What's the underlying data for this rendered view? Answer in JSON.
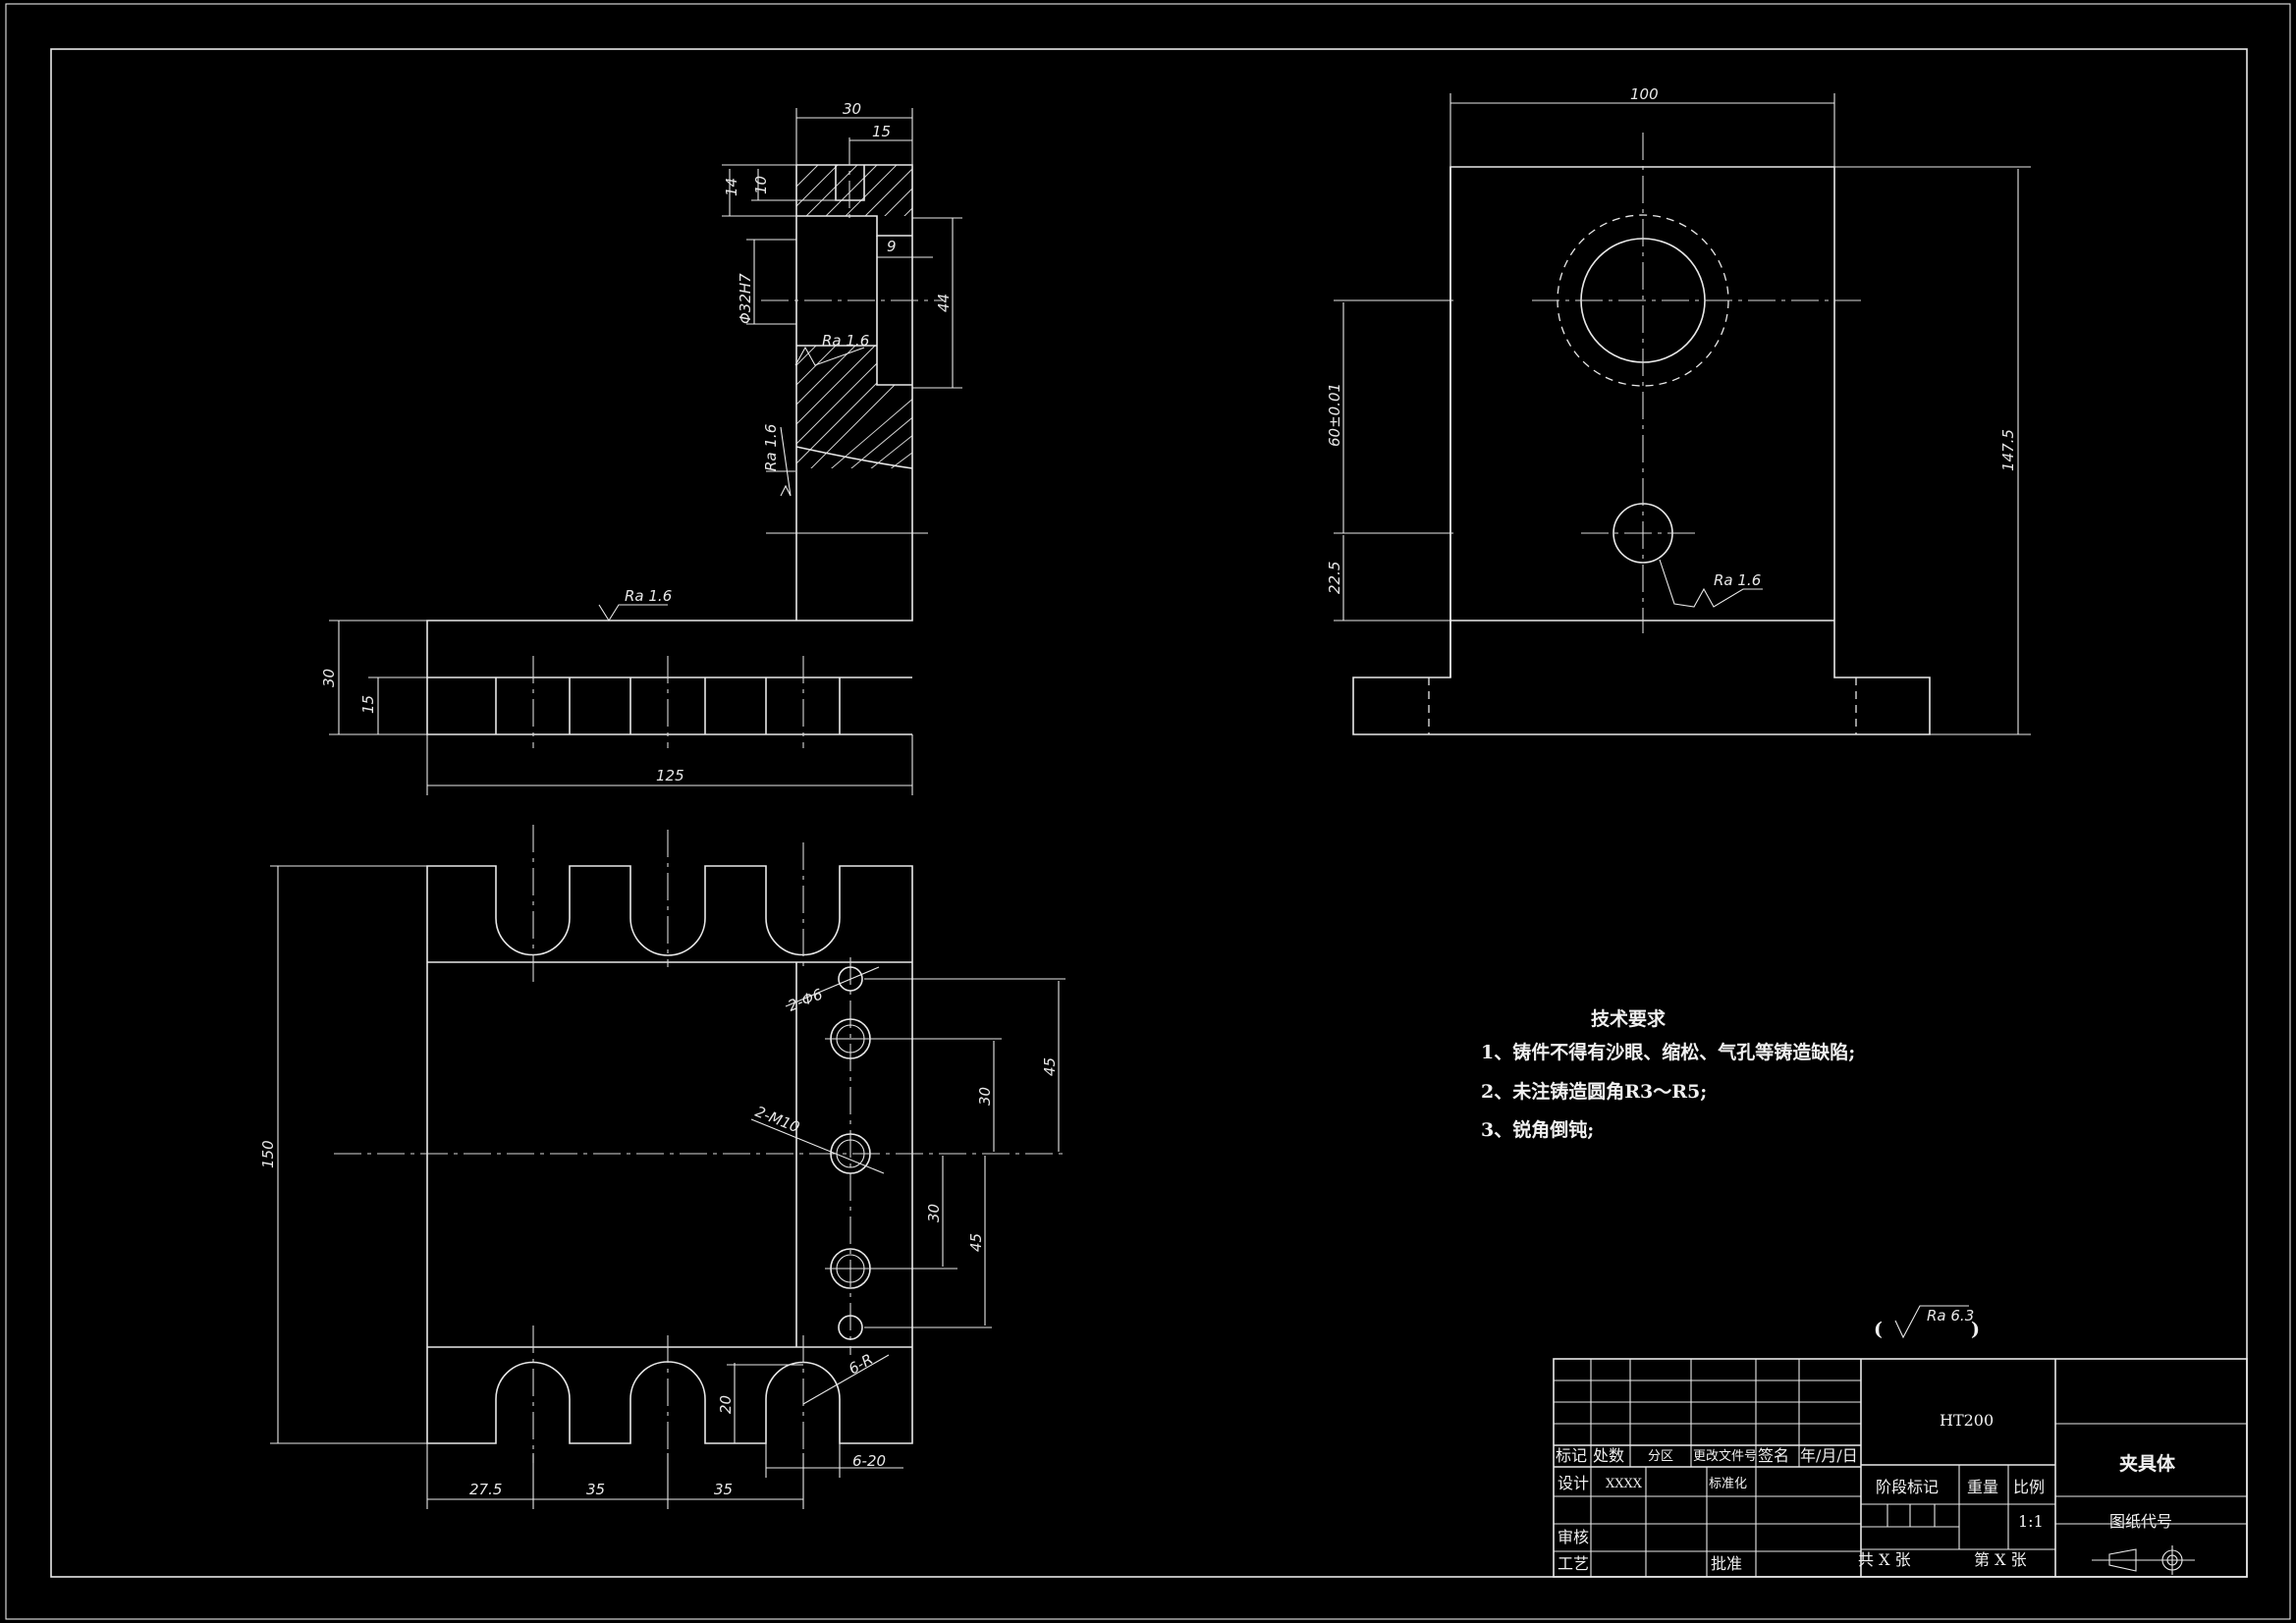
{
  "top_left_view": {
    "dims": {
      "w30": "30",
      "w15": "15",
      "h14": "14",
      "h10": "10",
      "d9": "9",
      "h44": "44",
      "bore": "Φ32H7",
      "ra1": "Ra 1.6",
      "ra2": "Ra 1.6",
      "ra3": "Ra 1.6",
      "h30": "30",
      "h15": "15",
      "w125": "125"
    }
  },
  "top_right_view": {
    "dims": {
      "w100": "100",
      "h1475": "147.5",
      "h60": "60±0.01",
      "h225": "22.5",
      "ra": "Ra 1.6"
    }
  },
  "bottom_view": {
    "dims": {
      "phi6": "2-Φ6",
      "m10": "2-M10",
      "d45a": "45",
      "d30a": "30",
      "d30b": "30",
      "d45b": "45",
      "h150": "150",
      "r6": "6-R",
      "h20": "20",
      "w620": "6-20",
      "w275": "27.5",
      "w35a": "35",
      "w35b": "35"
    }
  },
  "tech_requirements": {
    "title": "技术要求",
    "items": [
      "1、铸件不得有沙眼、缩松、气孔等铸造缺陷;",
      "2、未注铸造圆角R3～R5;",
      "3、锐角倒钝;"
    ]
  },
  "roughness_note": {
    "open": "(",
    "ra": "Ra 6.3",
    "close": ")"
  },
  "title_block": {
    "material": "HT200",
    "part_name": "夹具体",
    "drawing_code": "图纸代号",
    "headers": {
      "mark": "标记",
      "count": "处数",
      "zone": "分区",
      "change_doc": "更改文件号",
      "sign": "签名",
      "date": "年/月/日"
    },
    "design": "设计",
    "designer": "XXXX",
    "standard": "标准化",
    "stage_mark": "阶段标记",
    "weight": "重量",
    "scale_label": "比例",
    "scale": "1:1",
    "review": "审核",
    "process": "工艺",
    "approve": "批准",
    "total": "共 X 张",
    "sheet": "第 X 张"
  }
}
